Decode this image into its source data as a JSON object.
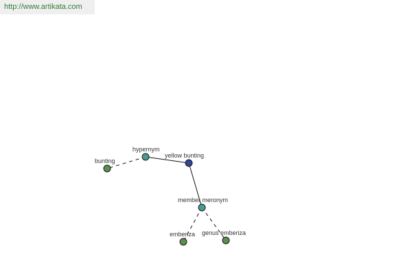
{
  "url": "http://www.artikata.com",
  "colors": {
    "word_node": "#5b8f4e",
    "relation_node": "#4a9a94",
    "focus_node": "#33449a",
    "edge": "#111111",
    "label": "#333333",
    "url_text": "#3a7a3a",
    "url_bg": "#efefef"
  },
  "graph": {
    "nodes": [
      {
        "id": "yellow_bunting",
        "label": "yellow bunting",
        "kind": "focus"
      },
      {
        "id": "hypernym",
        "label": "hypernym",
        "kind": "relation"
      },
      {
        "id": "bunting",
        "label": "bunting",
        "kind": "word"
      },
      {
        "id": "member_meronym",
        "label": "member meronym",
        "kind": "relation"
      },
      {
        "id": "emberiza",
        "label": "emberiza",
        "kind": "word"
      },
      {
        "id": "genus_emberiza",
        "label": "genus emberiza",
        "kind": "word"
      }
    ],
    "edges": [
      {
        "from": "yellow_bunting",
        "to": "hypernym",
        "style": "solid"
      },
      {
        "from": "hypernym",
        "to": "bunting",
        "style": "dashed"
      },
      {
        "from": "yellow_bunting",
        "to": "member_meronym",
        "style": "solid"
      },
      {
        "from": "member_meronym",
        "to": "emberiza",
        "style": "dashed"
      },
      {
        "from": "member_meronym",
        "to": "genus_emberiza",
        "style": "dashed"
      }
    ]
  }
}
